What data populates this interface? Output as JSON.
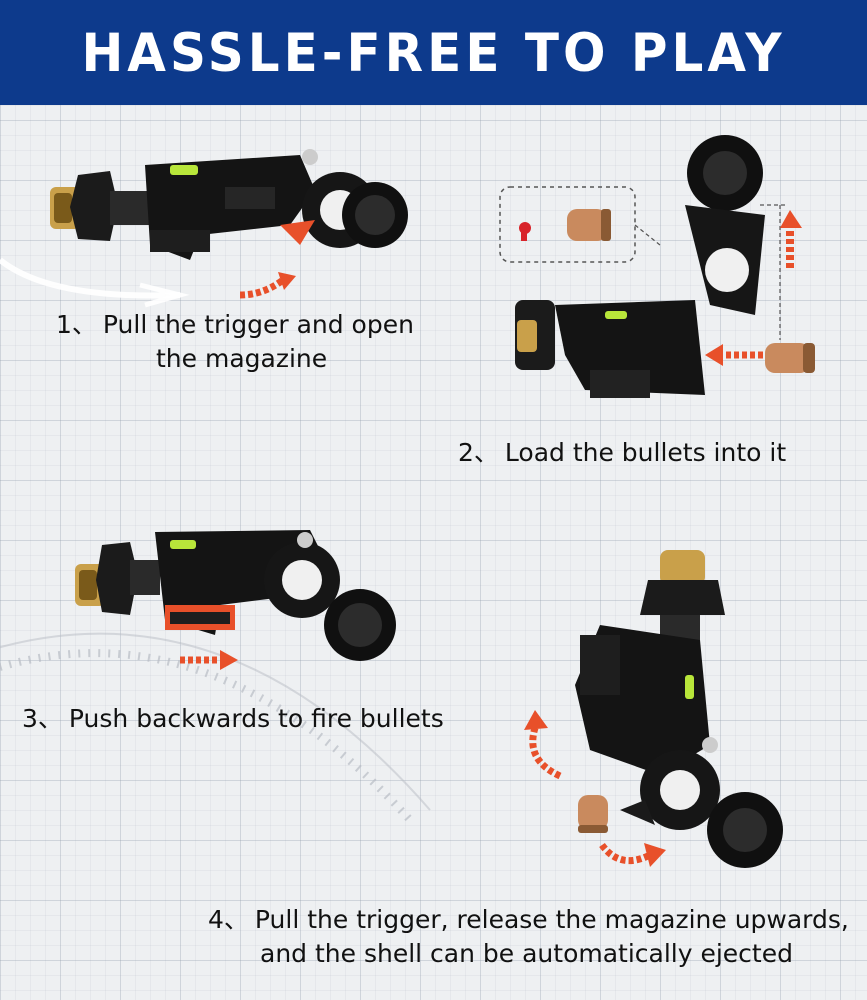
{
  "banner": {
    "title": "HASSLE-FREE TO PLAY",
    "color": "#0d3a8c"
  },
  "accent": "#e8502a",
  "steps": [
    {
      "number": "1、",
      "line1": "Pull the trigger and open",
      "line2": "the magazine",
      "icon": "toy-gun-closed-icon"
    },
    {
      "number": "2、",
      "line1": "Load the bullets into it",
      "icon": "toy-gun-open-magazine-icon"
    },
    {
      "number": "3、",
      "line1": "Push backwards to fire bullets",
      "icon": "toy-gun-fire-icon"
    },
    {
      "number": "4、",
      "line1": "Pull the trigger, release the magazine upwards,",
      "line2": "and the shell can be automatically ejected",
      "icon": "toy-gun-eject-icon"
    }
  ]
}
